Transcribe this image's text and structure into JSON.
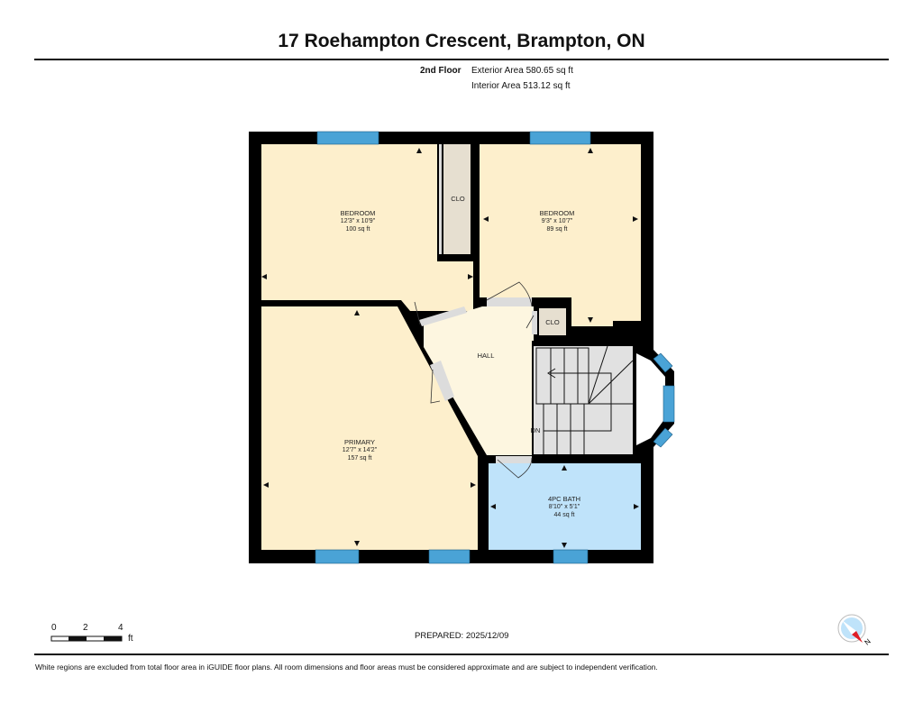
{
  "header": {
    "title": "17 Roehampton Crescent, Brampton, ON",
    "floor": "2nd Floor",
    "exterior_area": "Exterior Area 580.65 sq ft",
    "interior_area": "Interior Area 513.12 sq ft"
  },
  "rooms": [
    {
      "name": "BEDROOM",
      "dims": "12'3\" x 10'9\"",
      "area": "100 sq ft",
      "color": "#fdefcc"
    },
    {
      "name": "BEDROOM",
      "dims": "9'3\" x 10'7\"",
      "area": "89 sq ft",
      "color": "#fdefcc"
    },
    {
      "name": "PRIMARY",
      "dims": "12'7\" x 14'2\"",
      "area": "157 sq ft",
      "color": "#fdefcc"
    },
    {
      "name": "4PC BATH",
      "dims": "8'10\" x 5'1\"",
      "area": "44 sq ft",
      "color": "#bfe3fa"
    },
    {
      "name": "HALL",
      "dims": "",
      "area": "",
      "color": "#fdf6e0"
    },
    {
      "name": "CLO",
      "dims": "",
      "area": "",
      "color": "#e6dfd0"
    },
    {
      "name": "CLO",
      "dims": "",
      "area": "",
      "color": "#e6dfd0"
    }
  ],
  "stairs": {
    "label": "DN",
    "color": "#e1e1e1"
  },
  "colors": {
    "wall": "#000000",
    "window": "#4aa3d6",
    "door": "#dcdcdc"
  },
  "scale_bar": {
    "ticks": [
      "0",
      "2",
      "4"
    ],
    "unit": "ft"
  },
  "compass": {
    "label": "N"
  },
  "prepared": "PREPARED: 2025/12/09",
  "footer": "White regions are excluded from total floor area in iGUIDE floor plans. All room dimensions and floor areas must be considered approximate and are subject to independent verification."
}
